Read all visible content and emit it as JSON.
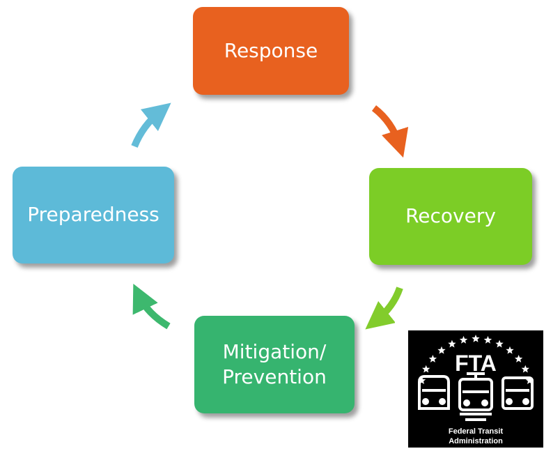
{
  "diagram": {
    "phases": [
      {
        "id": "response",
        "lines": [
          "Response"
        ],
        "color": "#e8611f"
      },
      {
        "id": "recovery",
        "lines": [
          "Recovery"
        ],
        "color": "#7ccd26"
      },
      {
        "id": "mitigation",
        "lines": [
          "Mitigation/",
          "Prevention"
        ],
        "color": "#36b46f"
      },
      {
        "id": "preparedness",
        "lines": [
          "Preparedness"
        ],
        "color": "#5dbad8"
      }
    ],
    "arrows": [
      {
        "from": "response",
        "to": "recovery",
        "color": "#e8611f"
      },
      {
        "from": "recovery",
        "to": "mitigation",
        "color": "#82cc2c"
      },
      {
        "from": "mitigation",
        "to": "preparedness",
        "color": "#3db86e"
      },
      {
        "from": "preparedness",
        "to": "response",
        "color": "#63bcd8"
      }
    ]
  },
  "logo": {
    "acronym": "FTA",
    "name_line1": "Federal Transit",
    "name_line2": "Administration",
    "star_count": 13,
    "icons": [
      "bus-icon",
      "train-icon",
      "bus-icon"
    ]
  }
}
